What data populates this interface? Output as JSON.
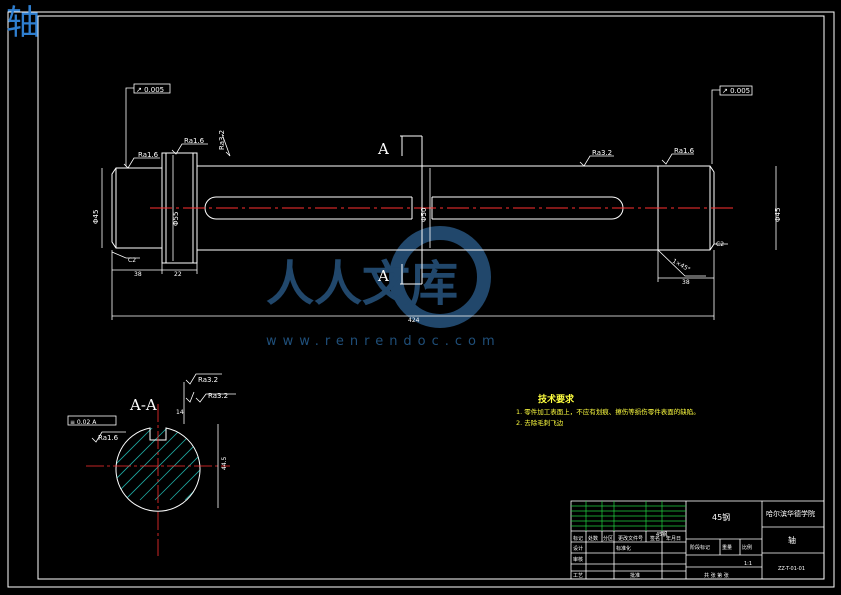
{
  "page": {
    "corner_label": "轴"
  },
  "views": {
    "section_marker_top": "A",
    "section_marker_bottom": "A",
    "section_view_title": "A-A"
  },
  "tolerances": {
    "runout_left": "↗ 0.005",
    "runout_right": "↗ 0.005",
    "key_sym": "≡ 0.02 A"
  },
  "roughness": {
    "r1": "Ra1.6",
    "r2": "Ra1.6",
    "r3": "Ra3.2",
    "r4": "Ra3.2",
    "r5": "Ra1.6",
    "r6": "Ra3.2",
    "r7": "Ra3.2",
    "r8": "Ra1.6"
  },
  "dimensions": {
    "dia_left": "Φ45",
    "dia_shoulder": "Φ55",
    "dia_main": "Φ50",
    "dia_right": "Φ45",
    "len_left": "38",
    "len_shoulder": "22",
    "len_right": "38",
    "len_total": "424",
    "chamfer_right": "1×45°",
    "chamfer_left": "C2",
    "chamfer_right2": "C2",
    "key_width": "14",
    "section_depth": "44.5"
  },
  "watermark": {
    "brand": "人人文库",
    "url": "www.renrendoc.com"
  },
  "tech_requirements": {
    "title": "技术要求",
    "items": [
      "1. 零件加工表面上，不应有划痕、擦伤等损伤零件表面的缺陷。",
      "2. 去除毛刺飞边"
    ]
  },
  "title_block": {
    "material": "45钢",
    "company": "哈尔滨华德学院",
    "part_name": "轴",
    "drawing_no": "ZZ-T-01-01",
    "scale": "1:1",
    "scale_label": "比例",
    "weight_label": "重量",
    "stage_label": "阶段标记",
    "sheet_text": "共 张 第 张",
    "material_code": "45钢",
    "header_cells": [
      "标记",
      "处数",
      "分区",
      "更改文件号",
      "签名",
      "年月日"
    ],
    "role_design": "设计",
    "role_check": "审核",
    "role_craft": "工艺",
    "role_approve": "批准",
    "std_label": "标准化"
  }
}
